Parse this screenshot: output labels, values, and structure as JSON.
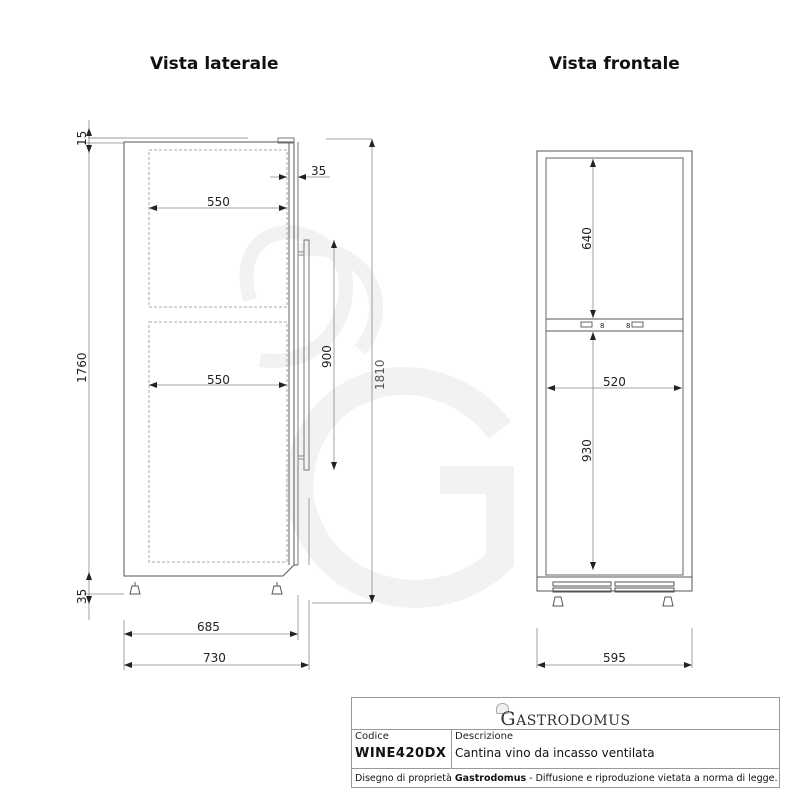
{
  "views": {
    "side": {
      "title": "Vista laterale",
      "dimensions": {
        "top_gap": "15",
        "door_thickness": "35",
        "upper_inner_depth": "550",
        "lower_inner_depth": "550",
        "inner_height": "1760",
        "handle_length": "900",
        "total_height": "1810",
        "base_height": "35",
        "body_depth": "685",
        "total_depth": "730"
      }
    },
    "front": {
      "title": "Vista frontale",
      "dimensions": {
        "upper_zone_height": "640",
        "inner_width": "520",
        "lower_zone_height": "930",
        "total_width": "595"
      },
      "control_panel": {
        "left_symbol": "8",
        "right_symbol": "8"
      }
    }
  },
  "title_block": {
    "brand_first": "G",
    "brand_rest": "ASTRODOMUS",
    "code_label": "Codice",
    "code_value": "WINE420DX",
    "description_label": "Descrizione",
    "description_value": "Cantina vino da incasso ventilata",
    "footer_prefix": "Disegno di proprietà ",
    "footer_brand": "Gastrodomus",
    "footer_suffix": " - Diffusione e riproduzione vietata a norma di legge."
  },
  "colors": {
    "line": "#555555",
    "dim_line": "#888888",
    "text": "#222222",
    "watermark": "#f3f3f3"
  }
}
